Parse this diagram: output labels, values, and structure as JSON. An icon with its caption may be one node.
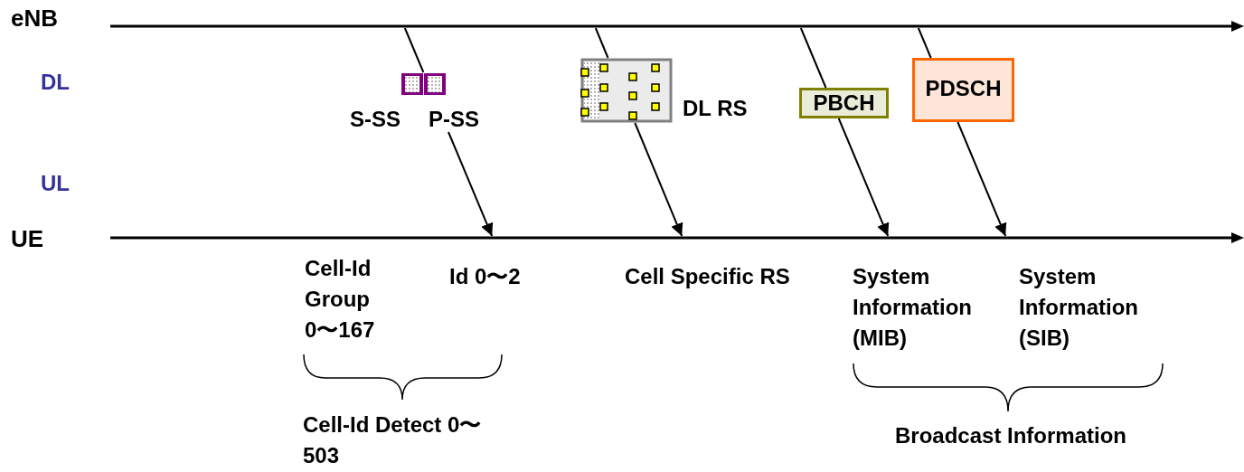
{
  "diagram": {
    "nodes": [
      {
        "text": [
          "eNB"
        ]
      },
      {
        "text": [
          "UE"
        ]
      },
      {
        "text": [
          "S-SS"
        ]
      },
      {
        "text": [
          "P-SS"
        ]
      },
      {
        "text": [
          "DL RS"
        ]
      },
      {
        "text": [
          "PBCH"
        ]
      },
      {
        "text": [
          "PDSCH"
        ]
      }
    ],
    "edges": [
      {
        "from": 0,
        "to": 3,
        "arrow": "none"
      },
      {
        "from": 3,
        "to": 1,
        "arrow": "to"
      },
      {
        "from": 0,
        "to": 4,
        "arrow": "none"
      },
      {
        "from": 4,
        "to": 1,
        "arrow": "to"
      },
      {
        "from": 0,
        "to": 5,
        "arrow": "none"
      },
      {
        "from": 5,
        "to": 1,
        "arrow": "to"
      },
      {
        "from": 0,
        "to": 6,
        "arrow": "none"
      },
      {
        "from": 6,
        "to": 1,
        "arrow": "to"
      }
    ],
    "labels": [
      "DL",
      "UL",
      "Cell-Id Group 0〜167",
      "Id 0〜2",
      "Cell Specific RS",
      "System Information (MIB)",
      "System Information (SIB)",
      "Cell-Id Detect 0〜503",
      "Broadcast Information"
    ]
  }
}
